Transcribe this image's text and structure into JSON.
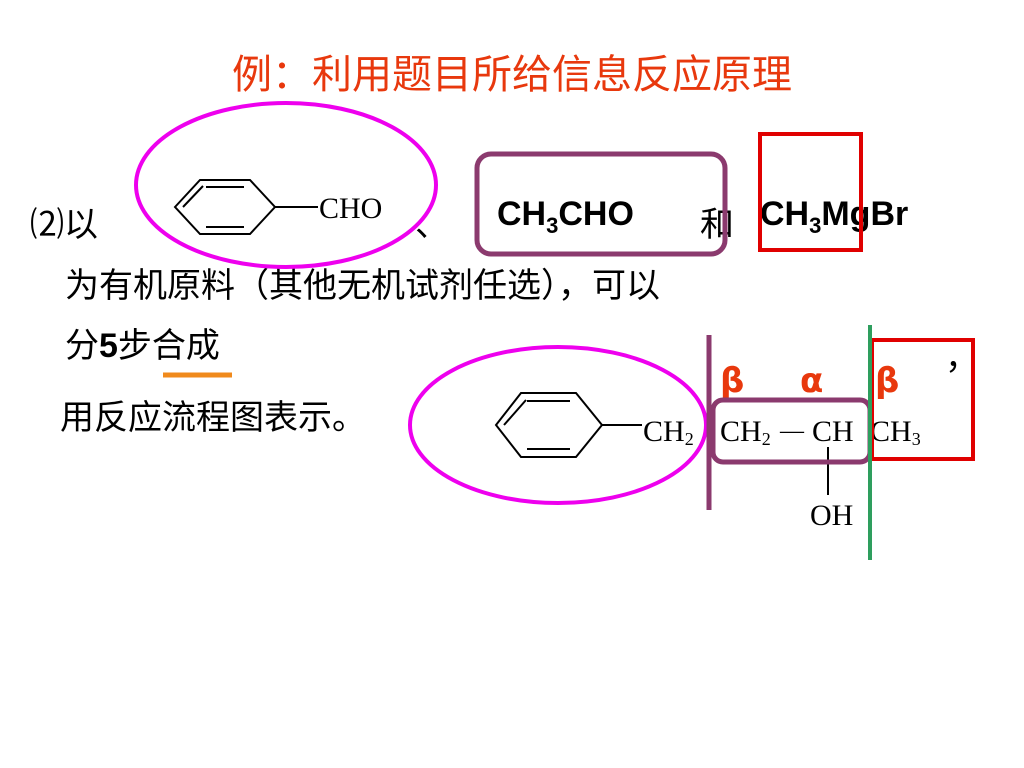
{
  "title": "例：利用题目所给信息反应原理",
  "problem": {
    "number": "⑵以",
    "separator": "、",
    "reagent1": {
      "a": "CH",
      "sub1": "3",
      "b": "CHO"
    },
    "and": "和",
    "reagent2": {
      "a": "CH",
      "sub1": "3",
      "b": "MgBr"
    },
    "line2": "为有机原料（其他无机试剂任选），可以",
    "line3_a": "分",
    "line3_num": "5",
    "line3_b": "步合成",
    "comma": "，",
    "line4": "用反应流程图表示。"
  },
  "benzaldehyde": {
    "group": "CHO"
  },
  "product": {
    "part1": "CH",
    "part1_sub": "2",
    "part2": "CH",
    "part2_sub": "2",
    "bond": "—",
    "part3": "CH",
    "part4": "CH",
    "part4_sub": "3",
    "oh": "OH"
  },
  "labels": {
    "beta1": "β",
    "alpha": "α",
    "beta2": "β"
  },
  "colors": {
    "title": "#e8380d",
    "magenta": "#ee00ee",
    "purple": "#8b3a6e",
    "red": "#e00000",
    "green": "#2e9e5e",
    "orange": "#f08a1c"
  }
}
